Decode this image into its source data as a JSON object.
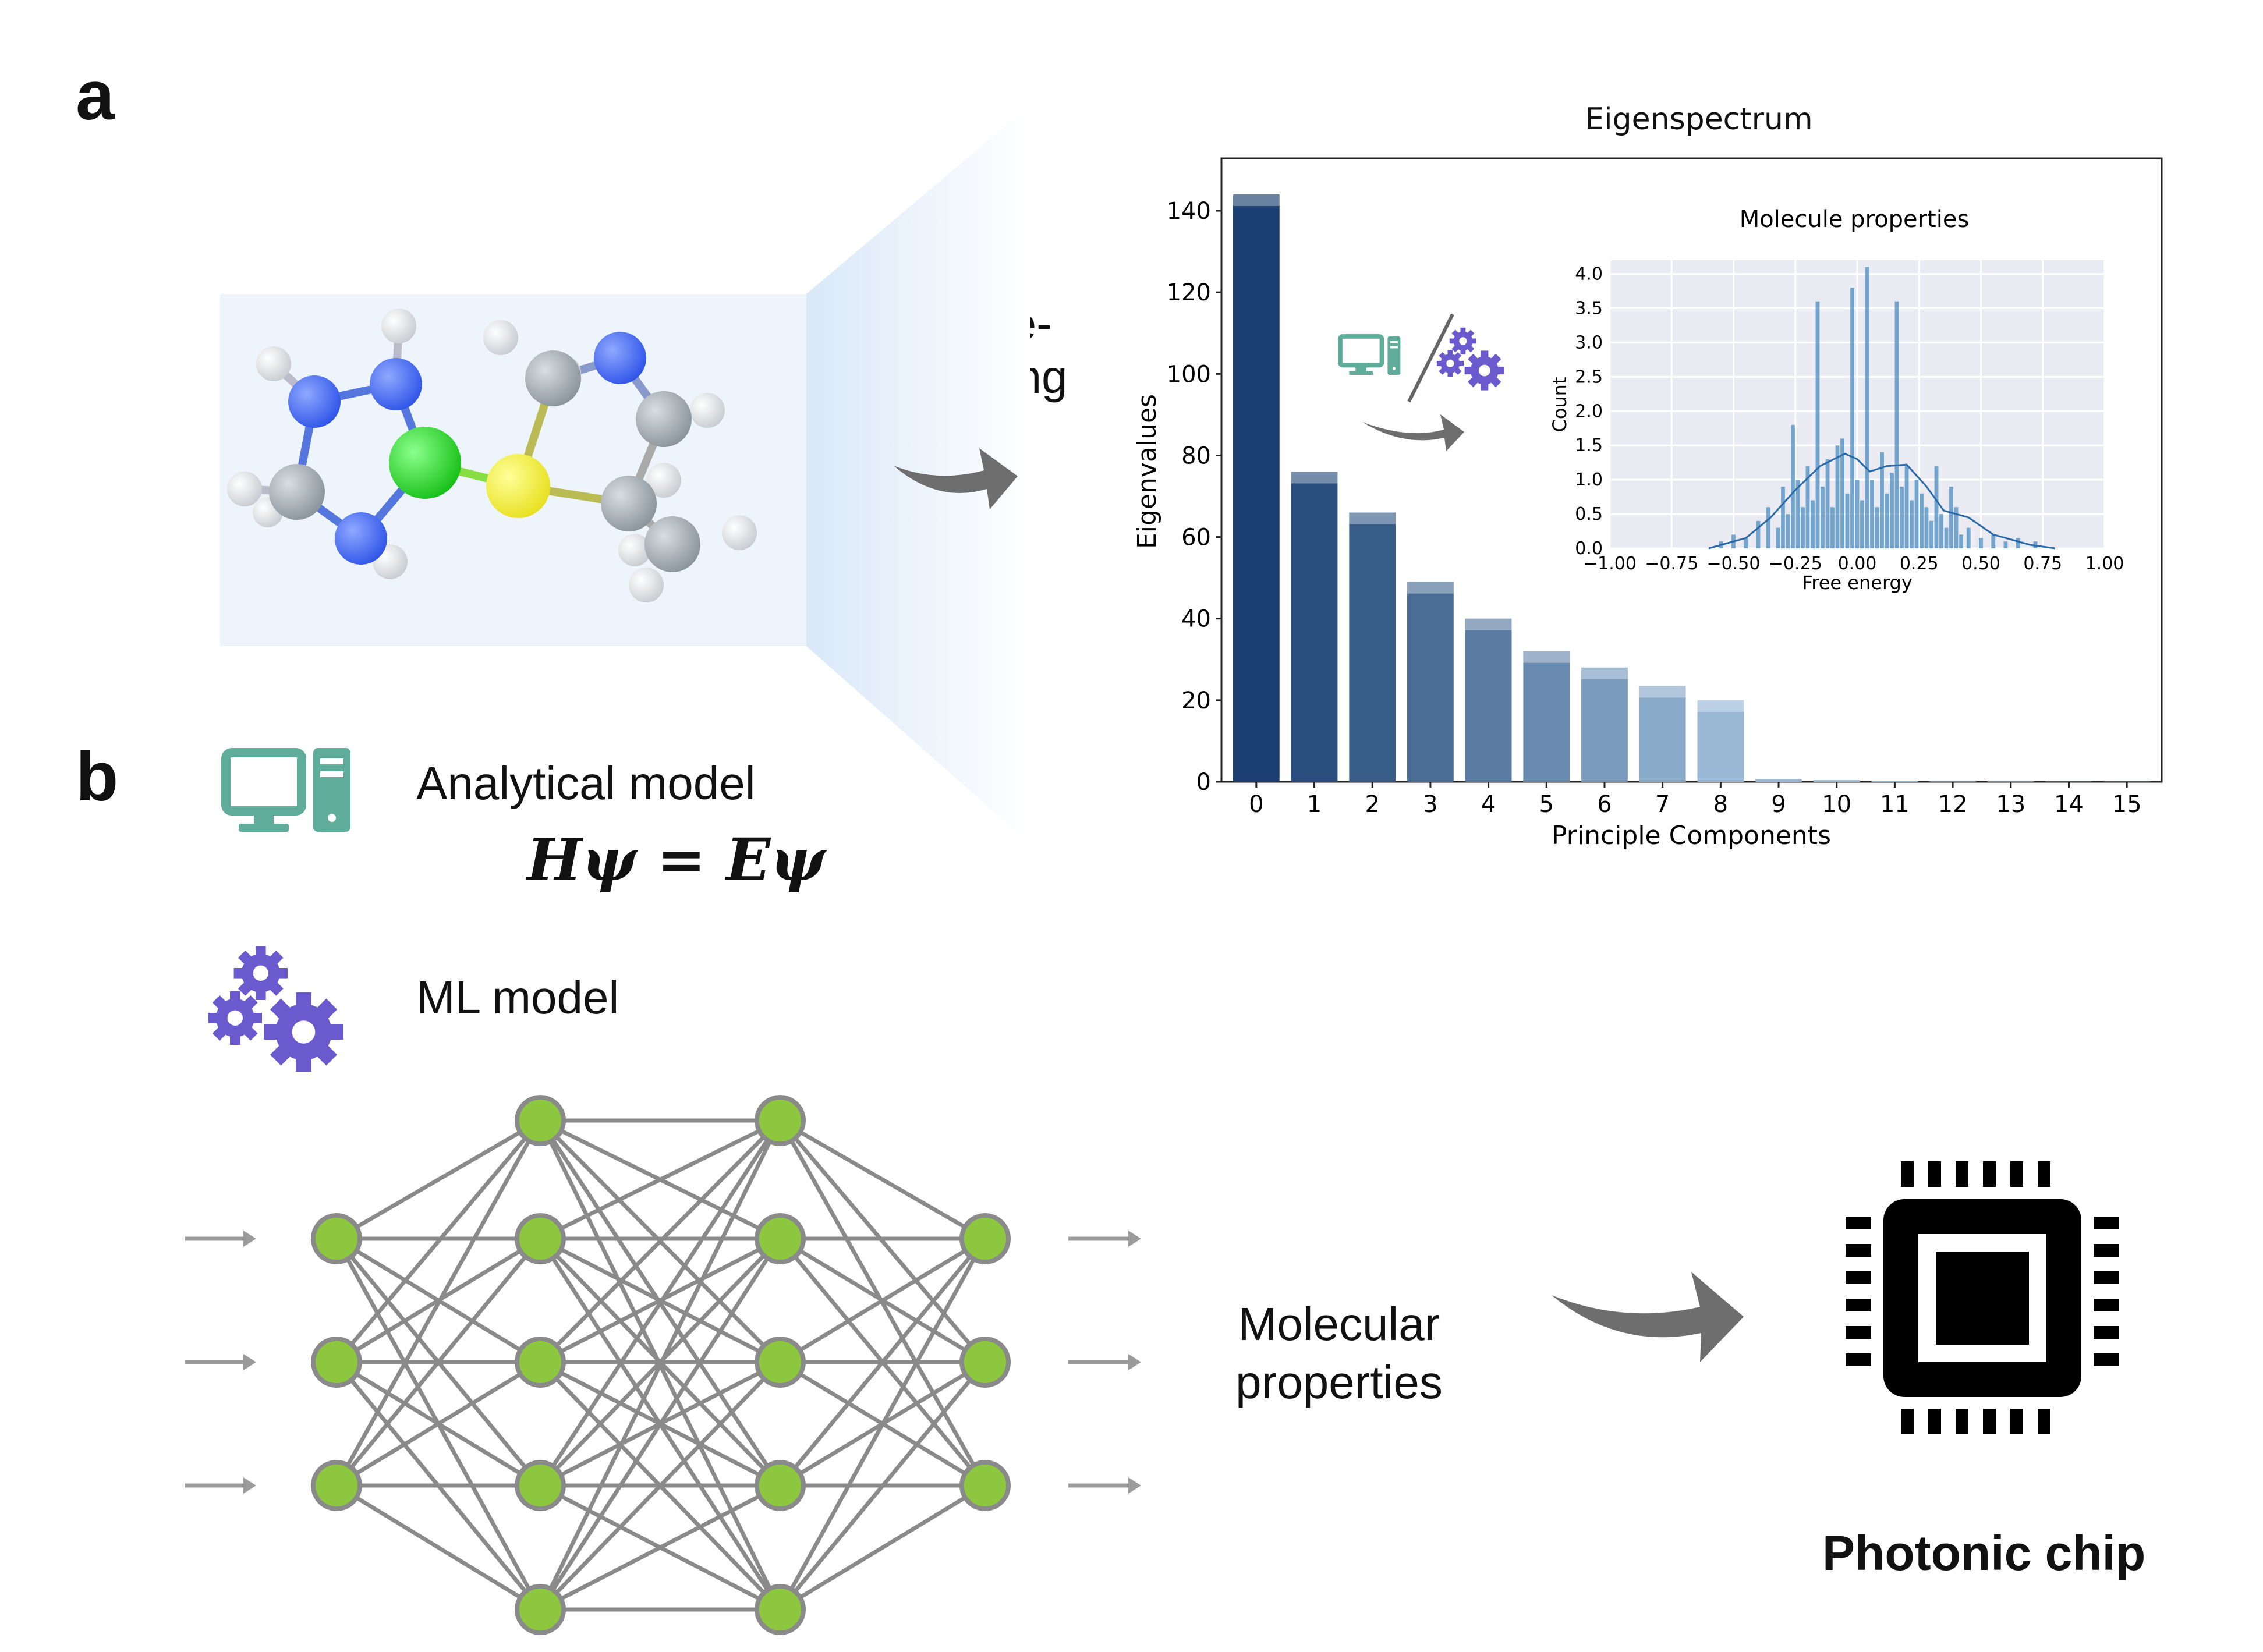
{
  "panel_a": {
    "label": "a",
    "preprocess_label": [
      "Data pre-",
      "processing"
    ]
  },
  "panel_b": {
    "label": "b",
    "analytical_label": "Analytical model",
    "equation": "Hψ = Eψ",
    "ml_label": "ML model",
    "output_label": [
      "Molecular",
      "properties"
    ],
    "chip_label": "Photonic chip"
  },
  "colors": {
    "computer": "#5fac9a",
    "gears": "#6a5acd",
    "neuron_fill": "#8dc63f",
    "neuron_edge": "#8a8a8a",
    "bar_dark": "#1a3f70",
    "bar_light": "#9ab9d6",
    "hist": "#4a8cc2"
  },
  "icons": [
    "computer-icon",
    "gears-icon",
    "chip-icon",
    "molecule-image"
  ],
  "chart_data": [
    {
      "type": "bar",
      "title": "Eigenspectrum",
      "xlabel": "Principle Components",
      "ylabel": "Eigenvalues",
      "categories": [
        "0",
        "1",
        "2",
        "3",
        "4",
        "5",
        "6",
        "7",
        "8",
        "9",
        "10",
        "11",
        "12",
        "13",
        "14",
        "15"
      ],
      "values": [
        144,
        76,
        66,
        49,
        40,
        32,
        28,
        23.5,
        20,
        0.7,
        0.4,
        0.2,
        0.1,
        0.1,
        0.05,
        0.05
      ],
      "yticks": [
        "0",
        "20",
        "40",
        "60",
        "80",
        "100",
        "120",
        "140"
      ],
      "ylim": [
        0,
        150
      ]
    },
    {
      "type": "bar",
      "title": "Molecule properties",
      "xlabel": "Free energy",
      "ylabel": "Count",
      "xticks": [
        "−1.00",
        "−0.75",
        "−0.50",
        "−0.25",
        "0.00",
        "0.25",
        "0.50",
        "0.75",
        "1.00"
      ],
      "yticks": [
        "0.0",
        "0.5",
        "1.0",
        "1.5",
        "2.0",
        "2.5",
        "3.0",
        "3.5",
        "4.0"
      ],
      "xlim": [
        -1.0,
        1.0
      ],
      "ylim": [
        0,
        4.2
      ],
      "x": [
        -0.55,
        -0.5,
        -0.45,
        -0.4,
        -0.36,
        -0.32,
        -0.3,
        -0.28,
        -0.26,
        -0.24,
        -0.22,
        -0.2,
        -0.18,
        -0.16,
        -0.14,
        -0.12,
        -0.1,
        -0.08,
        -0.06,
        -0.04,
        -0.02,
        0.0,
        0.02,
        0.04,
        0.06,
        0.08,
        0.1,
        0.12,
        0.14,
        0.16,
        0.18,
        0.2,
        0.22,
        0.24,
        0.26,
        0.28,
        0.3,
        0.32,
        0.34,
        0.36,
        0.38,
        0.4,
        0.42,
        0.45,
        0.5,
        0.55,
        0.6,
        0.65,
        0.72
      ],
      "values": [
        0.1,
        0.2,
        0.15,
        0.4,
        0.6,
        0.3,
        0.9,
        0.5,
        1.8,
        1.0,
        0.6,
        1.2,
        0.7,
        3.6,
        0.9,
        1.3,
        0.6,
        1.5,
        1.6,
        0.8,
        3.8,
        1.0,
        0.7,
        4.1,
        1.0,
        0.6,
        1.4,
        0.8,
        1.1,
        3.6,
        0.9,
        1.2,
        0.7,
        1.0,
        0.8,
        0.6,
        0.4,
        1.2,
        0.5,
        0.3,
        0.9,
        0.6,
        0.2,
        0.3,
        0.15,
        0.2,
        0.1,
        0.15,
        0.1
      ],
      "kde": [
        [
          -0.6,
          0.0
        ],
        [
          -0.45,
          0.15
        ],
        [
          -0.35,
          0.45
        ],
        [
          -0.25,
          0.85
        ],
        [
          -0.15,
          1.2
        ],
        [
          -0.05,
          1.38
        ],
        [
          0.0,
          1.3
        ],
        [
          0.05,
          1.12
        ],
        [
          0.12,
          1.2
        ],
        [
          0.2,
          1.22
        ],
        [
          0.28,
          0.9
        ],
        [
          0.35,
          0.55
        ],
        [
          0.45,
          0.45
        ],
        [
          0.55,
          0.2
        ],
        [
          0.7,
          0.05
        ],
        [
          0.8,
          0.0
        ]
      ]
    }
  ]
}
